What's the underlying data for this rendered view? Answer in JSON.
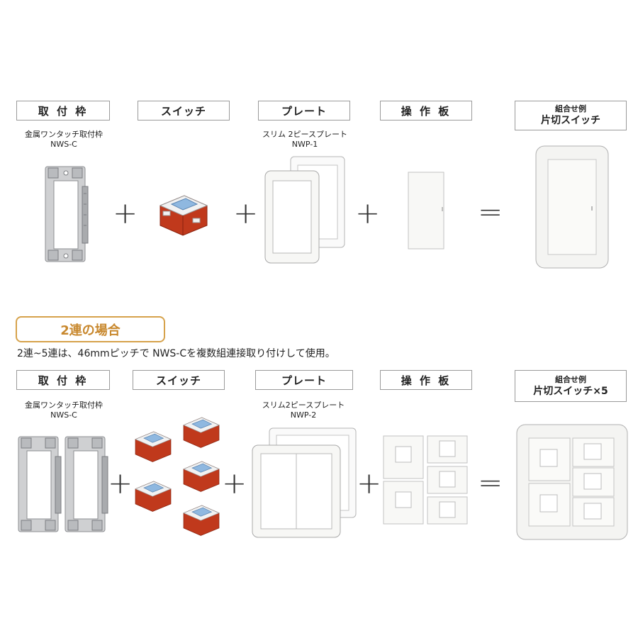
{
  "row1": {
    "labels": [
      "取 付 枠",
      "スイッチ",
      "プレート",
      "操 作 板"
    ],
    "combo_small": "組合せ例",
    "combo_big": "片切スイッチ",
    "frame_caption_1": "金属ワンタッチ取付枠",
    "frame_caption_2": "NWS-C",
    "plate_caption_1": "スリム 2ピースプレート",
    "plate_caption_2": "NWP-1",
    "plus": "+",
    "equals": "="
  },
  "section2": {
    "heading": "2連の場合",
    "note": "2連~5連は、46mmピッチで NWS-Cを複数組連接取り付けして使用。"
  },
  "row2": {
    "labels": [
      "取 付 枠",
      "スイッチ",
      "プレート",
      "操 作 板"
    ],
    "combo_small": "組合せ例",
    "combo_big": "片切スイッチ×5",
    "frame_caption_1": "金属ワンタッチ取付枠",
    "frame_caption_2": "NWS-C",
    "plate_caption_1": "スリム2ピースプレート",
    "plate_caption_2": "NWP-2",
    "plus": "+",
    "equals": "="
  },
  "colors": {
    "switch_red": "#c0391c",
    "switch_blue": "#8fb8e0",
    "accent_orange": "#d6a24b"
  }
}
